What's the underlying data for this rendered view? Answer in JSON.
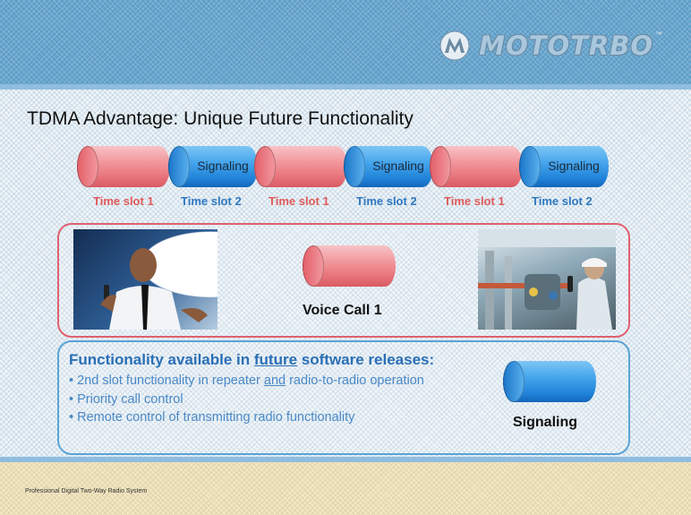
{
  "header": {
    "logo_text": "MOTOTRBO",
    "trademark": "™",
    "logo_icon": "motorola-batwing-icon"
  },
  "slide": {
    "title": "TDMA Advantage: Unique Future Functionality"
  },
  "timeline": {
    "signaling_label": "Signaling",
    "slot1_label": "Time slot 1",
    "slot2_label": "Time slot 2"
  },
  "voice_box": {
    "label": "Voice Call 1"
  },
  "function_box": {
    "title_pre": "Functionality available in ",
    "title_underlined": "future",
    "title_post": " software releases:",
    "bullet1_pre": "• 2nd slot functionality in repeater ",
    "bullet1_underlined": "and",
    "bullet1_post": " radio-to-radio operation",
    "bullet2": "• Priority call control",
    "bullet3": "• Remote control of transmitting radio functionality",
    "signaling_label": "Signaling"
  },
  "footer": {
    "text": "Professional Digital Two-Way Radio System"
  },
  "colors": {
    "header": "#5d9ec8",
    "voice_red": "#e8737a",
    "signaling_blue": "#1f82d8",
    "accent_text": "#2a6fb5",
    "footer": "#f1e6c4"
  }
}
